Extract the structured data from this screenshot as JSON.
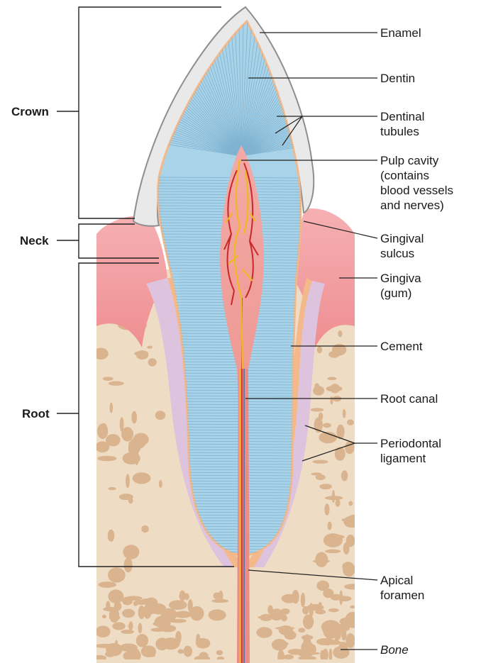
{
  "brackets": {
    "crown": "Crown",
    "neck": "Neck",
    "root": "Root"
  },
  "labels": {
    "enamel": "Enamel",
    "dentin": "Dentin",
    "dentinal_tubules": [
      "Dentinal",
      "tubules"
    ],
    "pulp_cavity": [
      "Pulp cavity",
      "(contains",
      "blood vessels",
      "and nerves)"
    ],
    "gingival_sulcus": [
      "Gingival",
      "sulcus"
    ],
    "gingiva": [
      "Gingiva",
      "(gum)"
    ],
    "cement": "Cement",
    "root_canal": "Root canal",
    "periodontal_ligament": [
      "Periodontal",
      "ligament"
    ],
    "apical_foramen": [
      "Apical",
      "foramen"
    ],
    "bone": "Bone"
  },
  "colors": {
    "dentin": "#a9d3e8",
    "enamel": "#e9e9ea",
    "pulp": "#f0a4a0",
    "gingiva": "#f2a0a3",
    "bone": "#efdcc4",
    "bone_spots": "#d9b48e",
    "cement": "#f3b98a",
    "ligament": "#ddc3de",
    "nerve": "#f0b822",
    "vessel": "#c9282a"
  }
}
